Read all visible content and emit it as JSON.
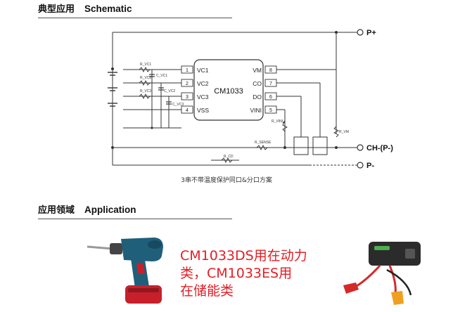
{
  "section_schematic": {
    "title_cn": "典型应用",
    "title_en": "Schematic"
  },
  "section_application": {
    "title_cn": "应用领域",
    "title_en": "Application"
  },
  "chip": {
    "name": "CM1033",
    "left_pins": [
      {
        "num": "1",
        "label": "VC1"
      },
      {
        "num": "2",
        "label": "VC2"
      },
      {
        "num": "3",
        "label": "VC3"
      },
      {
        "num": "4",
        "label": "VSS"
      }
    ],
    "right_pins": [
      {
        "num": "8",
        "label": "VM"
      },
      {
        "num": "7",
        "label": "CO"
      },
      {
        "num": "6",
        "label": "DO"
      },
      {
        "num": "5",
        "label": "VINI"
      }
    ]
  },
  "components": {
    "r1": "R_VC1",
    "r2": "R_VC2",
    "r3": "R_VC3",
    "c1": "C_VC1",
    "c2": "C_VC2",
    "c3": "C_VC3",
    "rsense": "R_SENSE",
    "rvini": "R_VINI",
    "rvm": "R_VM",
    "rcd": "R_CD"
  },
  "terminals": {
    "p_plus": "P+",
    "ch_p": "CH-(P-)",
    "p_minus": "P-"
  },
  "caption": "3串不带温度保护同口&分口方案",
  "application_text": [
    "CM1033DS用在动力",
    "类，CM1033ES用",
    "在储能类"
  ],
  "images": {
    "left": "cordless-drill",
    "right": "jump-starter-power-bank"
  },
  "colors": {
    "accent_text": "#e31e24",
    "drill_body": "#1f5f7a",
    "drill_accent": "#c8202a"
  }
}
